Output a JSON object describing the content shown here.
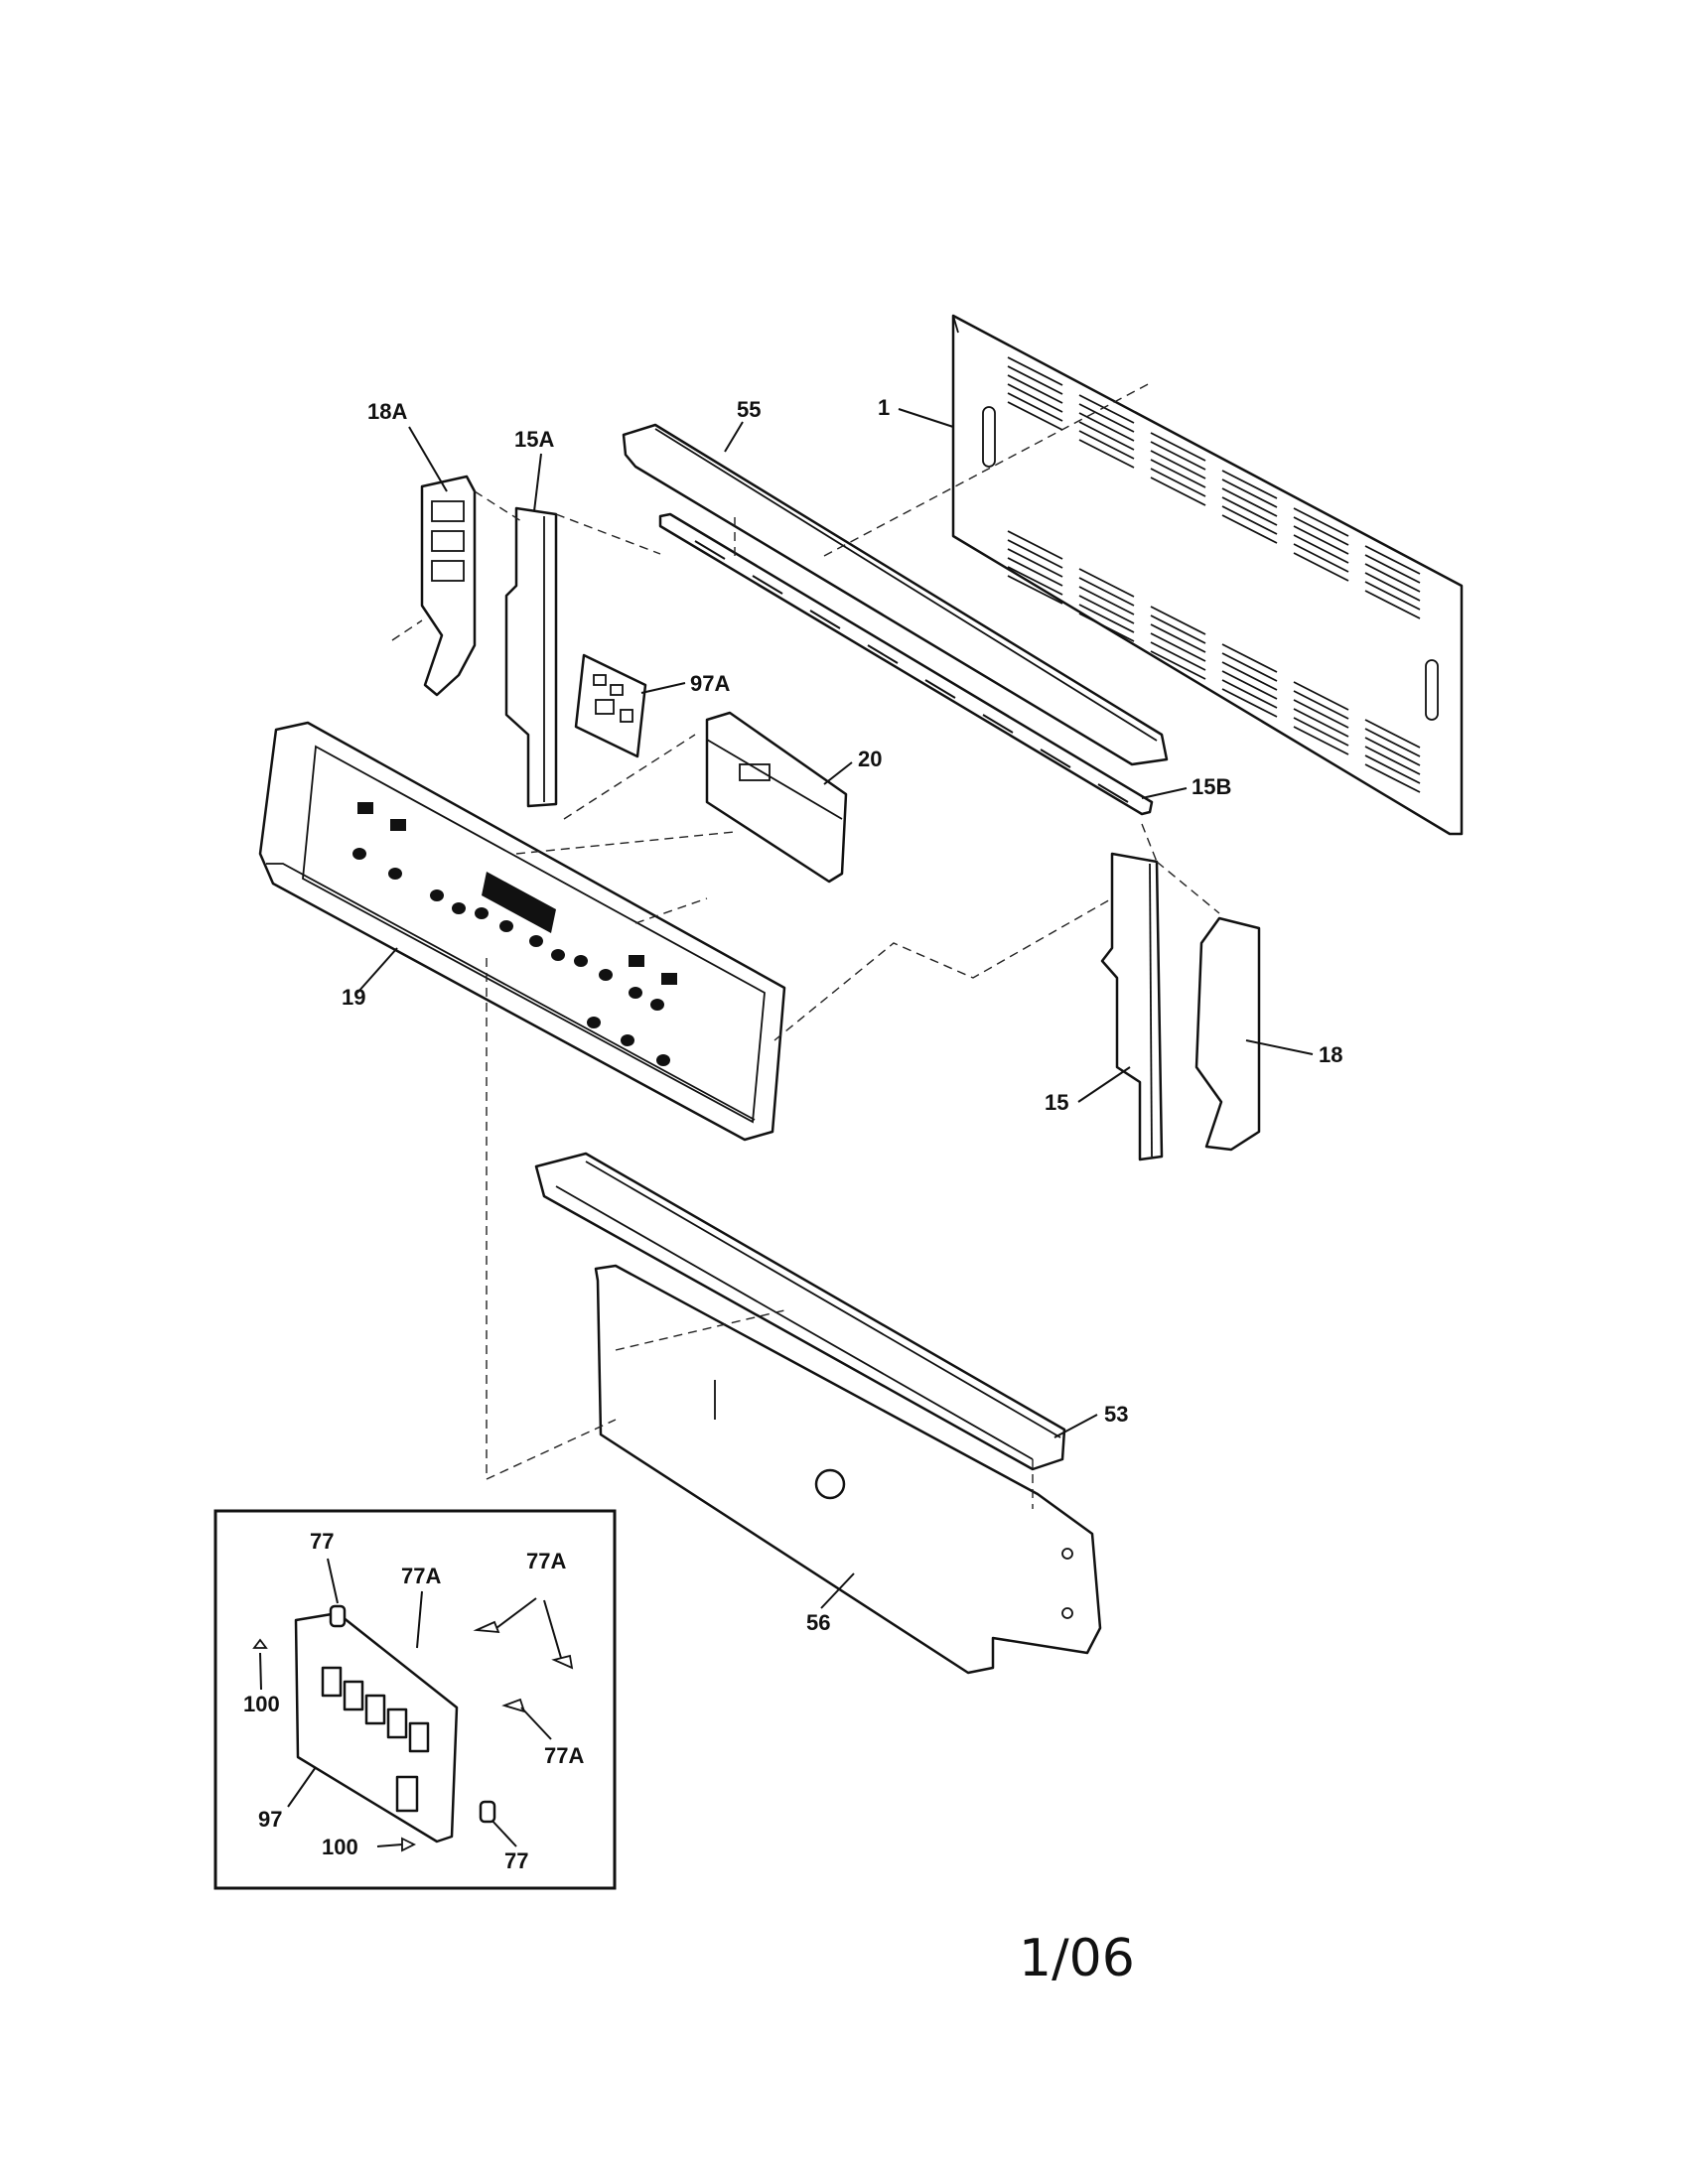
{
  "callouts": [
    {
      "id": "c-18A",
      "text": "18A"
    },
    {
      "id": "c-15A",
      "text": "15A"
    },
    {
      "id": "c-55",
      "text": "55"
    },
    {
      "id": "c-1",
      "text": "1"
    },
    {
      "id": "c-97A",
      "text": "97A"
    },
    {
      "id": "c-20",
      "text": "20"
    },
    {
      "id": "c-15B",
      "text": "15B"
    },
    {
      "id": "c-19",
      "text": "19"
    },
    {
      "id": "c-18",
      "text": "18"
    },
    {
      "id": "c-15",
      "text": "15"
    },
    {
      "id": "c-53",
      "text": "53"
    },
    {
      "id": "c-56",
      "text": "56"
    }
  ],
  "inset_callouts": [
    {
      "id": "i-77-top",
      "text": "77"
    },
    {
      "id": "i-77A-a",
      "text": "77A"
    },
    {
      "id": "i-77A-b",
      "text": "77A"
    },
    {
      "id": "i-100-a",
      "text": "100"
    },
    {
      "id": "i-77A-c",
      "text": "77A"
    },
    {
      "id": "i-97",
      "text": "97"
    },
    {
      "id": "i-100-b",
      "text": "100"
    },
    {
      "id": "i-77-bot",
      "text": "77"
    }
  ],
  "page_number": "1/06"
}
